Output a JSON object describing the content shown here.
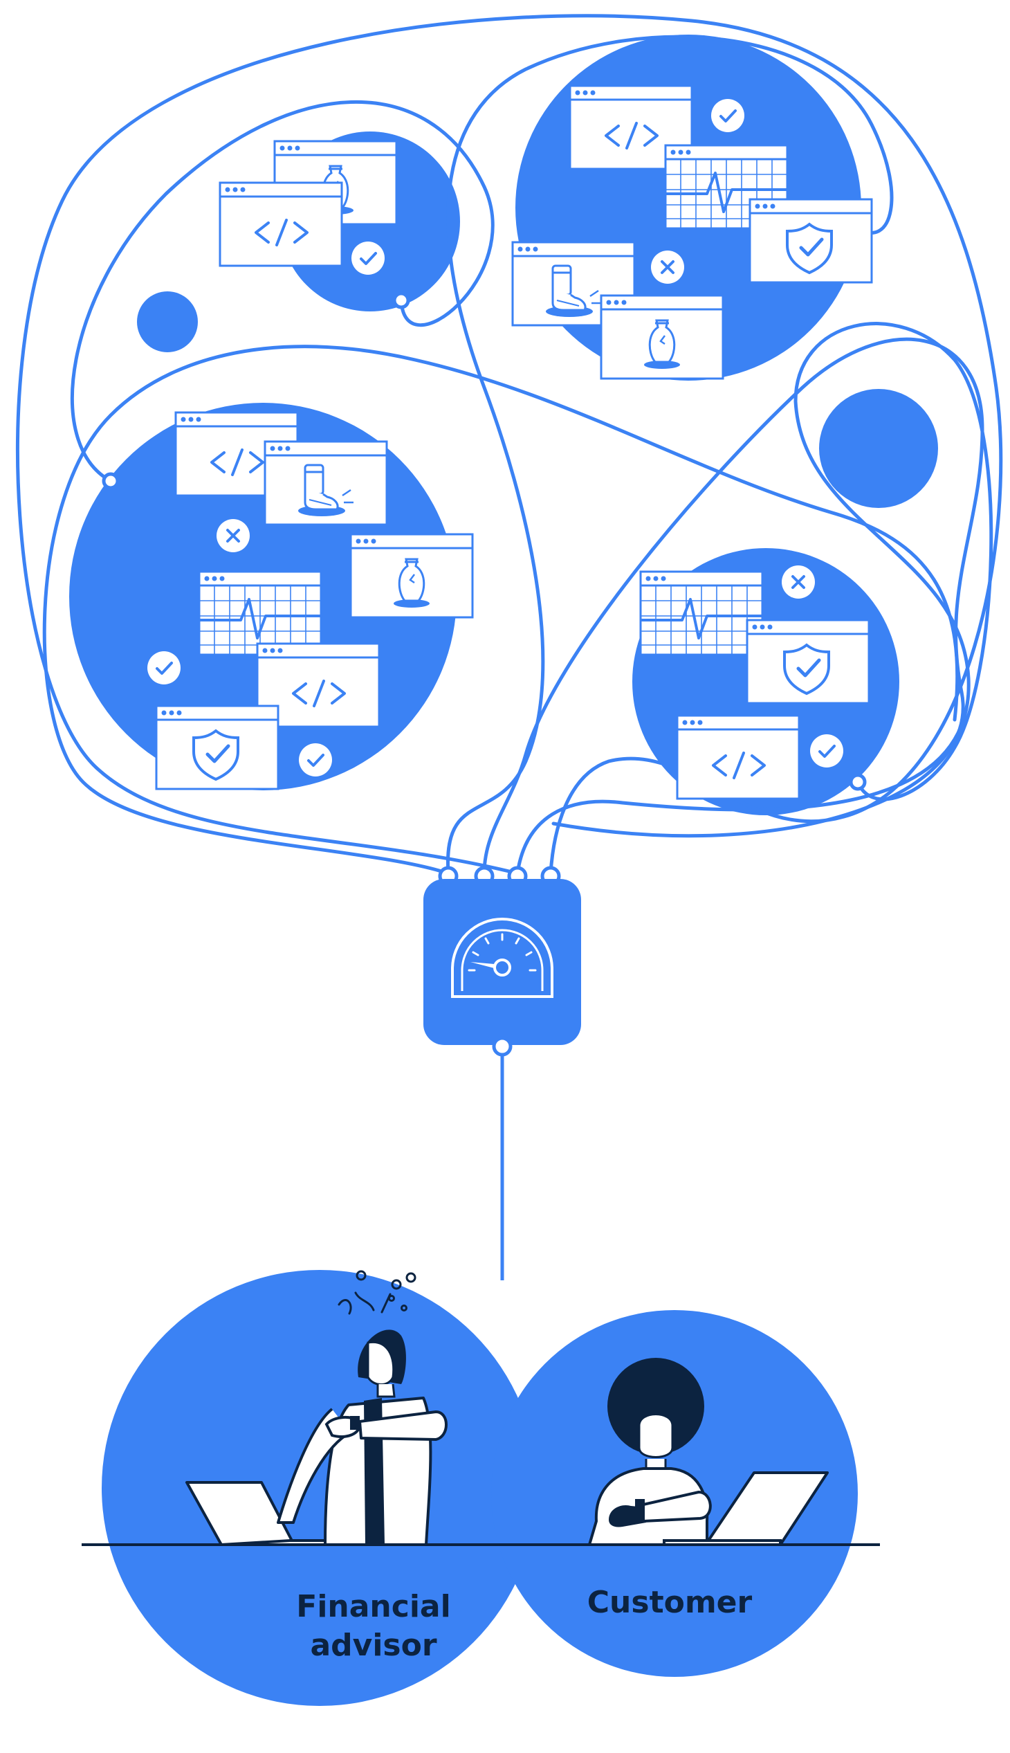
{
  "colors": {
    "primary": "#3b82f4",
    "ink": "#0c2340",
    "paper": "#ffffff"
  },
  "icons": [
    "code-window-icon",
    "vase-window-icon",
    "broken-leg-window-icon",
    "ecg-window-icon",
    "shield-window-icon",
    "check-icon",
    "cross-icon",
    "speedometer-icon",
    "laptop-icon"
  ],
  "people": {
    "advisor_line1": "Financial",
    "advisor_line2": "advisor",
    "customer": "Customer"
  }
}
